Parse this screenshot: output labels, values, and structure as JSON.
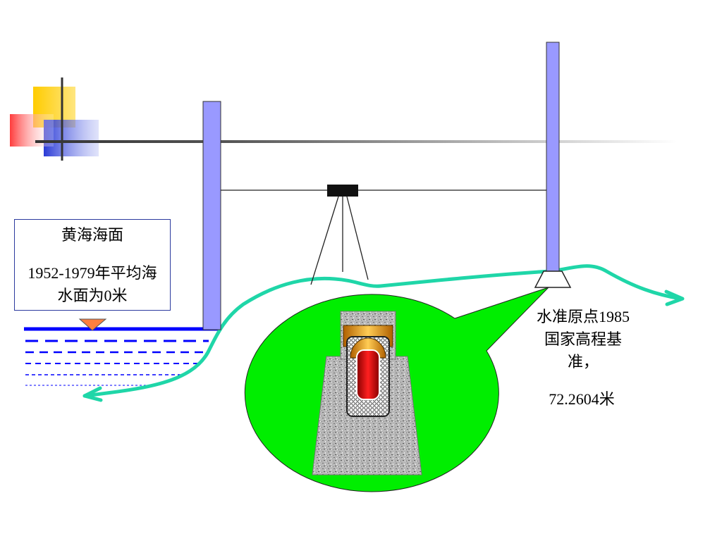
{
  "sea_label": {
    "title": "黄海海面",
    "description": "1952-1979年平均海水面为0米"
  },
  "origin_label": {
    "text": "水准原点1985国家高程基准，",
    "value": "72.2604米"
  },
  "colors": {
    "rod": "#9999ff",
    "ground_line": "#1fd6a8",
    "water": "#0000ff",
    "callout": "#00ee00",
    "marker": "#ff7f3f",
    "stone": "#b5b5b5",
    "core": "#dd0000",
    "cap": "#d88a00"
  }
}
